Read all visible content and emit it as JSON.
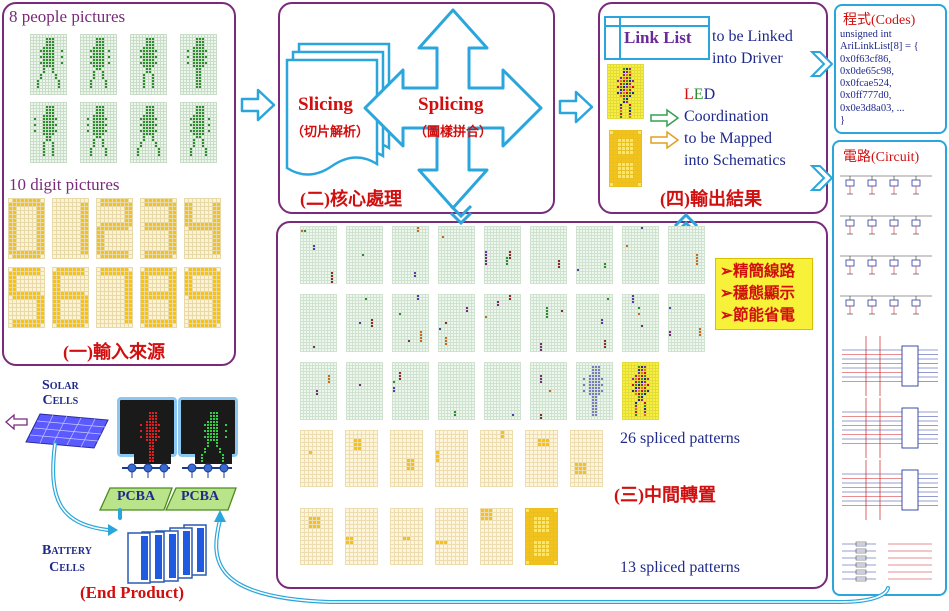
{
  "input": {
    "people_label": "8 people pictures",
    "digit_label": "10 digit pictures",
    "digits": [
      "0",
      "1",
      "2",
      "3",
      "4",
      "5",
      "6",
      "7",
      "8",
      "9"
    ],
    "title": "(一)輸入來源"
  },
  "core": {
    "slicing": "Slicing",
    "slicing_sub": "（切片解析）",
    "splicing": "Splicing",
    "splicing_sub": "（圖樣拼合）",
    "title": "(二)核心處理"
  },
  "output": {
    "link_list": "Link List",
    "linked_line1": "to be Linked",
    "linked_line2": "into Driver",
    "led_l": "L",
    "led_e": "E",
    "led_d": "D",
    "coord_line1": "Coordination",
    "coord_line2": "to be Mapped",
    "coord_line3": "into Schematics",
    "digit_sample": "8",
    "title": "(四)輸出結果"
  },
  "codes": {
    "title": "程式(Codes)",
    "lines": [
      "unsigned int",
      "AriLinkList[8] = {",
      "0x0f63cf86,",
      "0x0de65c98,",
      "0x0fcae524,",
      "0x0ff777d0,",
      "0x0e3d8a03, ...",
      "}"
    ]
  },
  "circuit": {
    "title": "電路(Circuit)"
  },
  "middle": {
    "benefits": [
      "➢精簡線路",
      "➢穩態顯示",
      "➢節能省電"
    ],
    "people_count": "26 spliced patterns",
    "title": "(三)中間轉置",
    "digit_count": "13 spliced patterns",
    "digit_sample": "8"
  },
  "product": {
    "solar_line1": "Solar",
    "solar_line2": "Cells",
    "pcba": "PCBA",
    "battery_line1": "Battery",
    "battery_line2": "Cells",
    "title": "(End Product)"
  },
  "colors": {
    "frame": "#7a2a7a",
    "accent": "#2aa6dc",
    "title_red": "#d10f0f",
    "green_figure": "#2e8b2e",
    "digit_yellow": "#f6c21a"
  }
}
